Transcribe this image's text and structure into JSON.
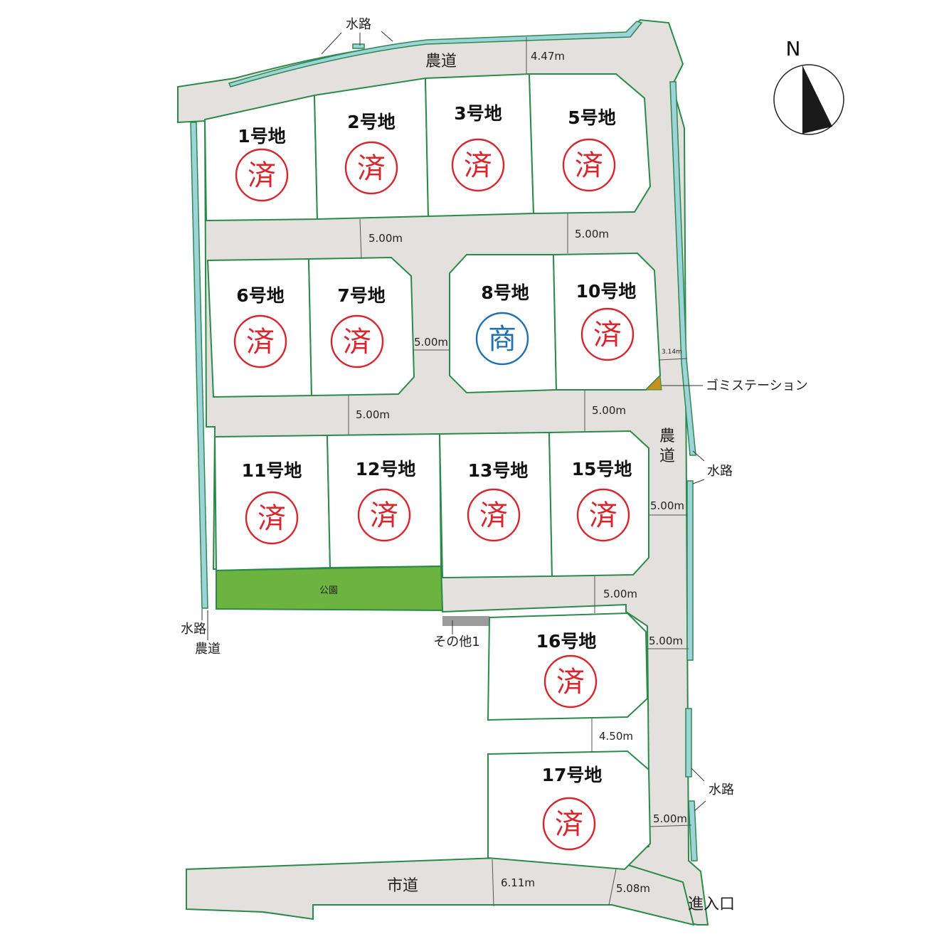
{
  "compass": {
    "label": "N"
  },
  "lots": [
    {
      "id": "1",
      "label": "1号地",
      "status": "済",
      "color": "#d7262e"
    },
    {
      "id": "2",
      "label": "2号地",
      "status": "済",
      "color": "#d7262e"
    },
    {
      "id": "3",
      "label": "3号地",
      "status": "済",
      "color": "#d7262e"
    },
    {
      "id": "5",
      "label": "5号地",
      "status": "済",
      "color": "#d7262e"
    },
    {
      "id": "6",
      "label": "6号地",
      "status": "済",
      "color": "#d7262e"
    },
    {
      "id": "7",
      "label": "7号地",
      "status": "済",
      "color": "#d7262e"
    },
    {
      "id": "8",
      "label": "8号地",
      "status": "商",
      "color": "#1f6fb5"
    },
    {
      "id": "10",
      "label": "10号地",
      "status": "済",
      "color": "#d7262e"
    },
    {
      "id": "11",
      "label": "11号地",
      "status": "済",
      "color": "#d7262e"
    },
    {
      "id": "12",
      "label": "12号地",
      "status": "済",
      "color": "#d7262e"
    },
    {
      "id": "13",
      "label": "13号地",
      "status": "済",
      "color": "#d7262e"
    },
    {
      "id": "15",
      "label": "15号地",
      "status": "済",
      "color": "#d7262e"
    },
    {
      "id": "16",
      "label": "16号地",
      "status": "済",
      "color": "#d7262e"
    },
    {
      "id": "17",
      "label": "17号地",
      "status": "済",
      "color": "#d7262e"
    }
  ],
  "park": {
    "label": "公園",
    "color": "#6db33f"
  },
  "other": {
    "label": "その他1",
    "color": "#9b9b9b"
  },
  "garbage": {
    "label": "ゴミステーション",
    "color": "#c8901e"
  },
  "roads": {
    "farm_top": "農道",
    "farm_right": "農道",
    "farm_left": "農道",
    "city": "市道",
    "entrance": "進入口"
  },
  "waterways": {
    "top": "水路",
    "left": "水路",
    "right_upper": "水路",
    "right_lower": "水路"
  },
  "dimensions": {
    "top_road": "4.47m",
    "row1_left": "5.00m",
    "row1_right": "5.00m",
    "mid_between": "5.00m",
    "row2_left": "5.00m",
    "row2_right": "5.00m",
    "corner_small": "3.14m",
    "right_upper": "5.00m",
    "lower_road": "5.00m",
    "right_mid": "5.00m",
    "between_16_17": "4.50m",
    "right_lower": "5.00m",
    "city_a": "6.11m",
    "city_b": "5.08m"
  },
  "colors": {
    "lot_border": "#2b8a4a",
    "road": "#e3e0de",
    "water": "#9fd3dc"
  }
}
